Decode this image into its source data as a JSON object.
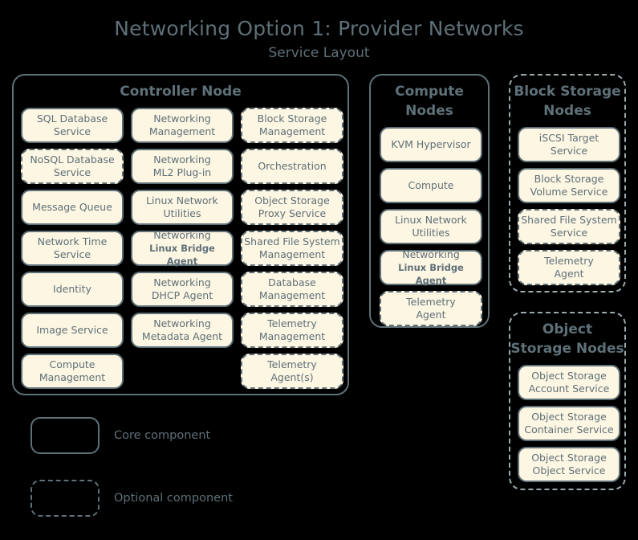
{
  "header": {
    "title": "Networking Option 1: Provider Networks",
    "subtitle": "Service Layout"
  },
  "controller_node": {
    "title": "Controller Node",
    "style": "core",
    "services": [
      {
        "line1": "SQL Database",
        "line2": "Service",
        "style": "core"
      },
      {
        "line1": "Networking",
        "line2": "Management",
        "style": "core"
      },
      {
        "line1": "Block Storage",
        "line2": "Management",
        "style": "optional"
      },
      {
        "line1": "NoSQL Database",
        "line2": "Service",
        "style": "optional"
      },
      {
        "line1": "Networking",
        "line2": "ML2 Plug-in",
        "style": "core"
      },
      {
        "line1": "Orchestration",
        "line2": "",
        "style": "optional"
      },
      {
        "line1": "Message Queue",
        "line2": "",
        "style": "core"
      },
      {
        "line1": "Linux Network",
        "line2": "Utilities",
        "style": "core"
      },
      {
        "line1": "Object Storage",
        "line2": "Proxy Service",
        "style": "optional"
      },
      {
        "line1": "Network Time",
        "line2": "Service",
        "style": "core"
      },
      {
        "line1": "Networking",
        "line2": "Linux Bridge Agent",
        "style": "core",
        "small_second_line": true
      },
      {
        "line1": "Shared File System",
        "line2": "Management",
        "style": "optional"
      },
      {
        "line1": "Identity",
        "line2": "",
        "style": "core"
      },
      {
        "line1": "Networking",
        "line2": "DHCP Agent",
        "style": "core"
      },
      {
        "line1": "Database",
        "line2": "Management",
        "style": "optional"
      },
      {
        "line1": "Image Service",
        "line2": "",
        "style": "core"
      },
      {
        "line1": "Networking",
        "line2": "Metadata Agent",
        "style": "core"
      },
      {
        "line1": "Telemetry",
        "line2": "Management",
        "style": "optional"
      },
      {
        "line1": "Compute",
        "line2": "Management",
        "style": "core"
      },
      {
        "line1": "",
        "line2": "",
        "style": "spacer"
      },
      {
        "line1": "Telemetry",
        "line2": "Agent(s)",
        "style": "optional"
      }
    ]
  },
  "compute_nodes": {
    "title_line1": "Compute",
    "title_line2": "Nodes",
    "style": "core",
    "services": [
      {
        "line1": "KVM Hypervisor",
        "line2": "",
        "style": "core"
      },
      {
        "line1": "Compute",
        "line2": "",
        "style": "core"
      },
      {
        "line1": "Linux Network",
        "line2": "Utilities",
        "style": "core"
      },
      {
        "line1": "Networking",
        "line2": "Linux Bridge Agent",
        "style": "core",
        "small_second_line": true
      },
      {
        "line1": "Telemetry",
        "line2": "Agent",
        "style": "optional"
      }
    ]
  },
  "block_storage_nodes": {
    "title_line1": "Block Storage",
    "title_line2": "Nodes",
    "style": "optional",
    "services": [
      {
        "line1": "iSCSI Target",
        "line2": "Service",
        "style": "core"
      },
      {
        "line1": "Block Storage",
        "line2": "Volume Service",
        "style": "core"
      },
      {
        "line1": "Shared File System",
        "line2": "Service",
        "style": "optional"
      },
      {
        "line1": "Telemetry",
        "line2": "Agent",
        "style": "optional"
      }
    ]
  },
  "object_storage_nodes": {
    "title_line1": "Object",
    "title_line2": "Storage Nodes",
    "style": "optional",
    "services": [
      {
        "line1": "Object Storage",
        "line2": "Account Service",
        "style": "core"
      },
      {
        "line1": "Object Storage",
        "line2": "Container Service",
        "style": "core"
      },
      {
        "line1": "Object Storage",
        "line2": "Object Service",
        "style": "core"
      }
    ]
  },
  "legend": {
    "items": [
      {
        "label": "Core component",
        "style": "core"
      },
      {
        "label": "Optional component",
        "style": "optional"
      }
    ]
  },
  "colors": {
    "background": "#000000",
    "box_fill": "#fdf6e3",
    "stroke": "#5e7078",
    "text": "#5e7078",
    "optional_stroke": "#9aa9ae"
  }
}
